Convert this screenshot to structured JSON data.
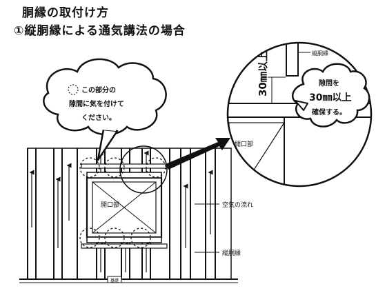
{
  "header": {
    "title": "胴縁の取付け方",
    "subtitle": "①縦胴縁による通気講法の場合"
  },
  "callout_left": {
    "line1": "この部分の",
    "line2": "隙間に気を付けて",
    "line3": "ください。"
  },
  "callout_right": {
    "line1": "隙間を",
    "line2": "30㎜以上",
    "line3": "確保する。"
  },
  "labels": {
    "opening_zoom": "開口部",
    "opening_main": "開口部",
    "furring_zoom": "縦胴縁",
    "dimension": "30㎜以上",
    "airflow": "空気の流れ",
    "furring_main": "縦胴縁",
    "base_tag": "基礎"
  },
  "colors": {
    "ink": "#111111",
    "paper": "#ffffff",
    "board": "#c9c9c9"
  }
}
